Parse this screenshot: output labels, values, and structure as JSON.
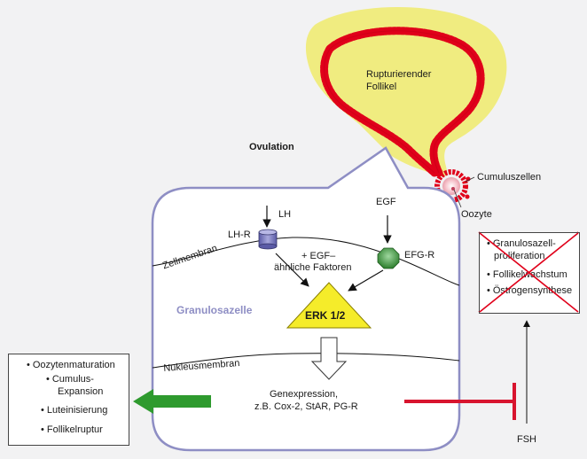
{
  "follicle": {
    "label_line1": "Rupturierender",
    "label_line2": "Follikel"
  },
  "ovulation": "Ovulation",
  "cumulus_cells": "Cumuluszellen",
  "oocyte": "Oozyte",
  "cell": {
    "name": "Granulosazelle",
    "cell_membrane": "Zellmembran",
    "nuclear_membrane": "Nukleusmembran"
  },
  "lh": {
    "ligand": "LH",
    "receptor": "LH-R"
  },
  "egf": {
    "ligand": "EGF",
    "receptor": "EFG-R",
    "factors_line1": "+ EGF–",
    "factors_line2": "ähnliche Faktoren"
  },
  "erk": "ERK 1/2",
  "gene_expression": {
    "line1": "Genexpression,",
    "line2": "z.B. Cox-2, StAR, PG-R"
  },
  "effects_box": {
    "items": [
      "Oozytenmaturation",
      "Cumulus-",
      "Expansion",
      "Luteinisierung",
      "Follikelruptur"
    ]
  },
  "inhibited_box": {
    "items": [
      "Granulosazell-",
      "proliferation",
      "Follikelwachstum",
      "Östrogensynthese"
    ]
  },
  "fsh": "FSH",
  "colors": {
    "cell_border": "#8e8ec4",
    "granulosa_label": "#8e8ec4",
    "follicle_fill": "#f0ec80",
    "follicle_ring": "#e0001a",
    "erk_fill": "#f5ec2a",
    "green_arrow": "#2e9a2e",
    "inhibition_red": "#d8142e",
    "cross_red": "#e0001a",
    "receptor_lh": "#7f7fc0",
    "receptor_egf": "#3d9a3d"
  }
}
